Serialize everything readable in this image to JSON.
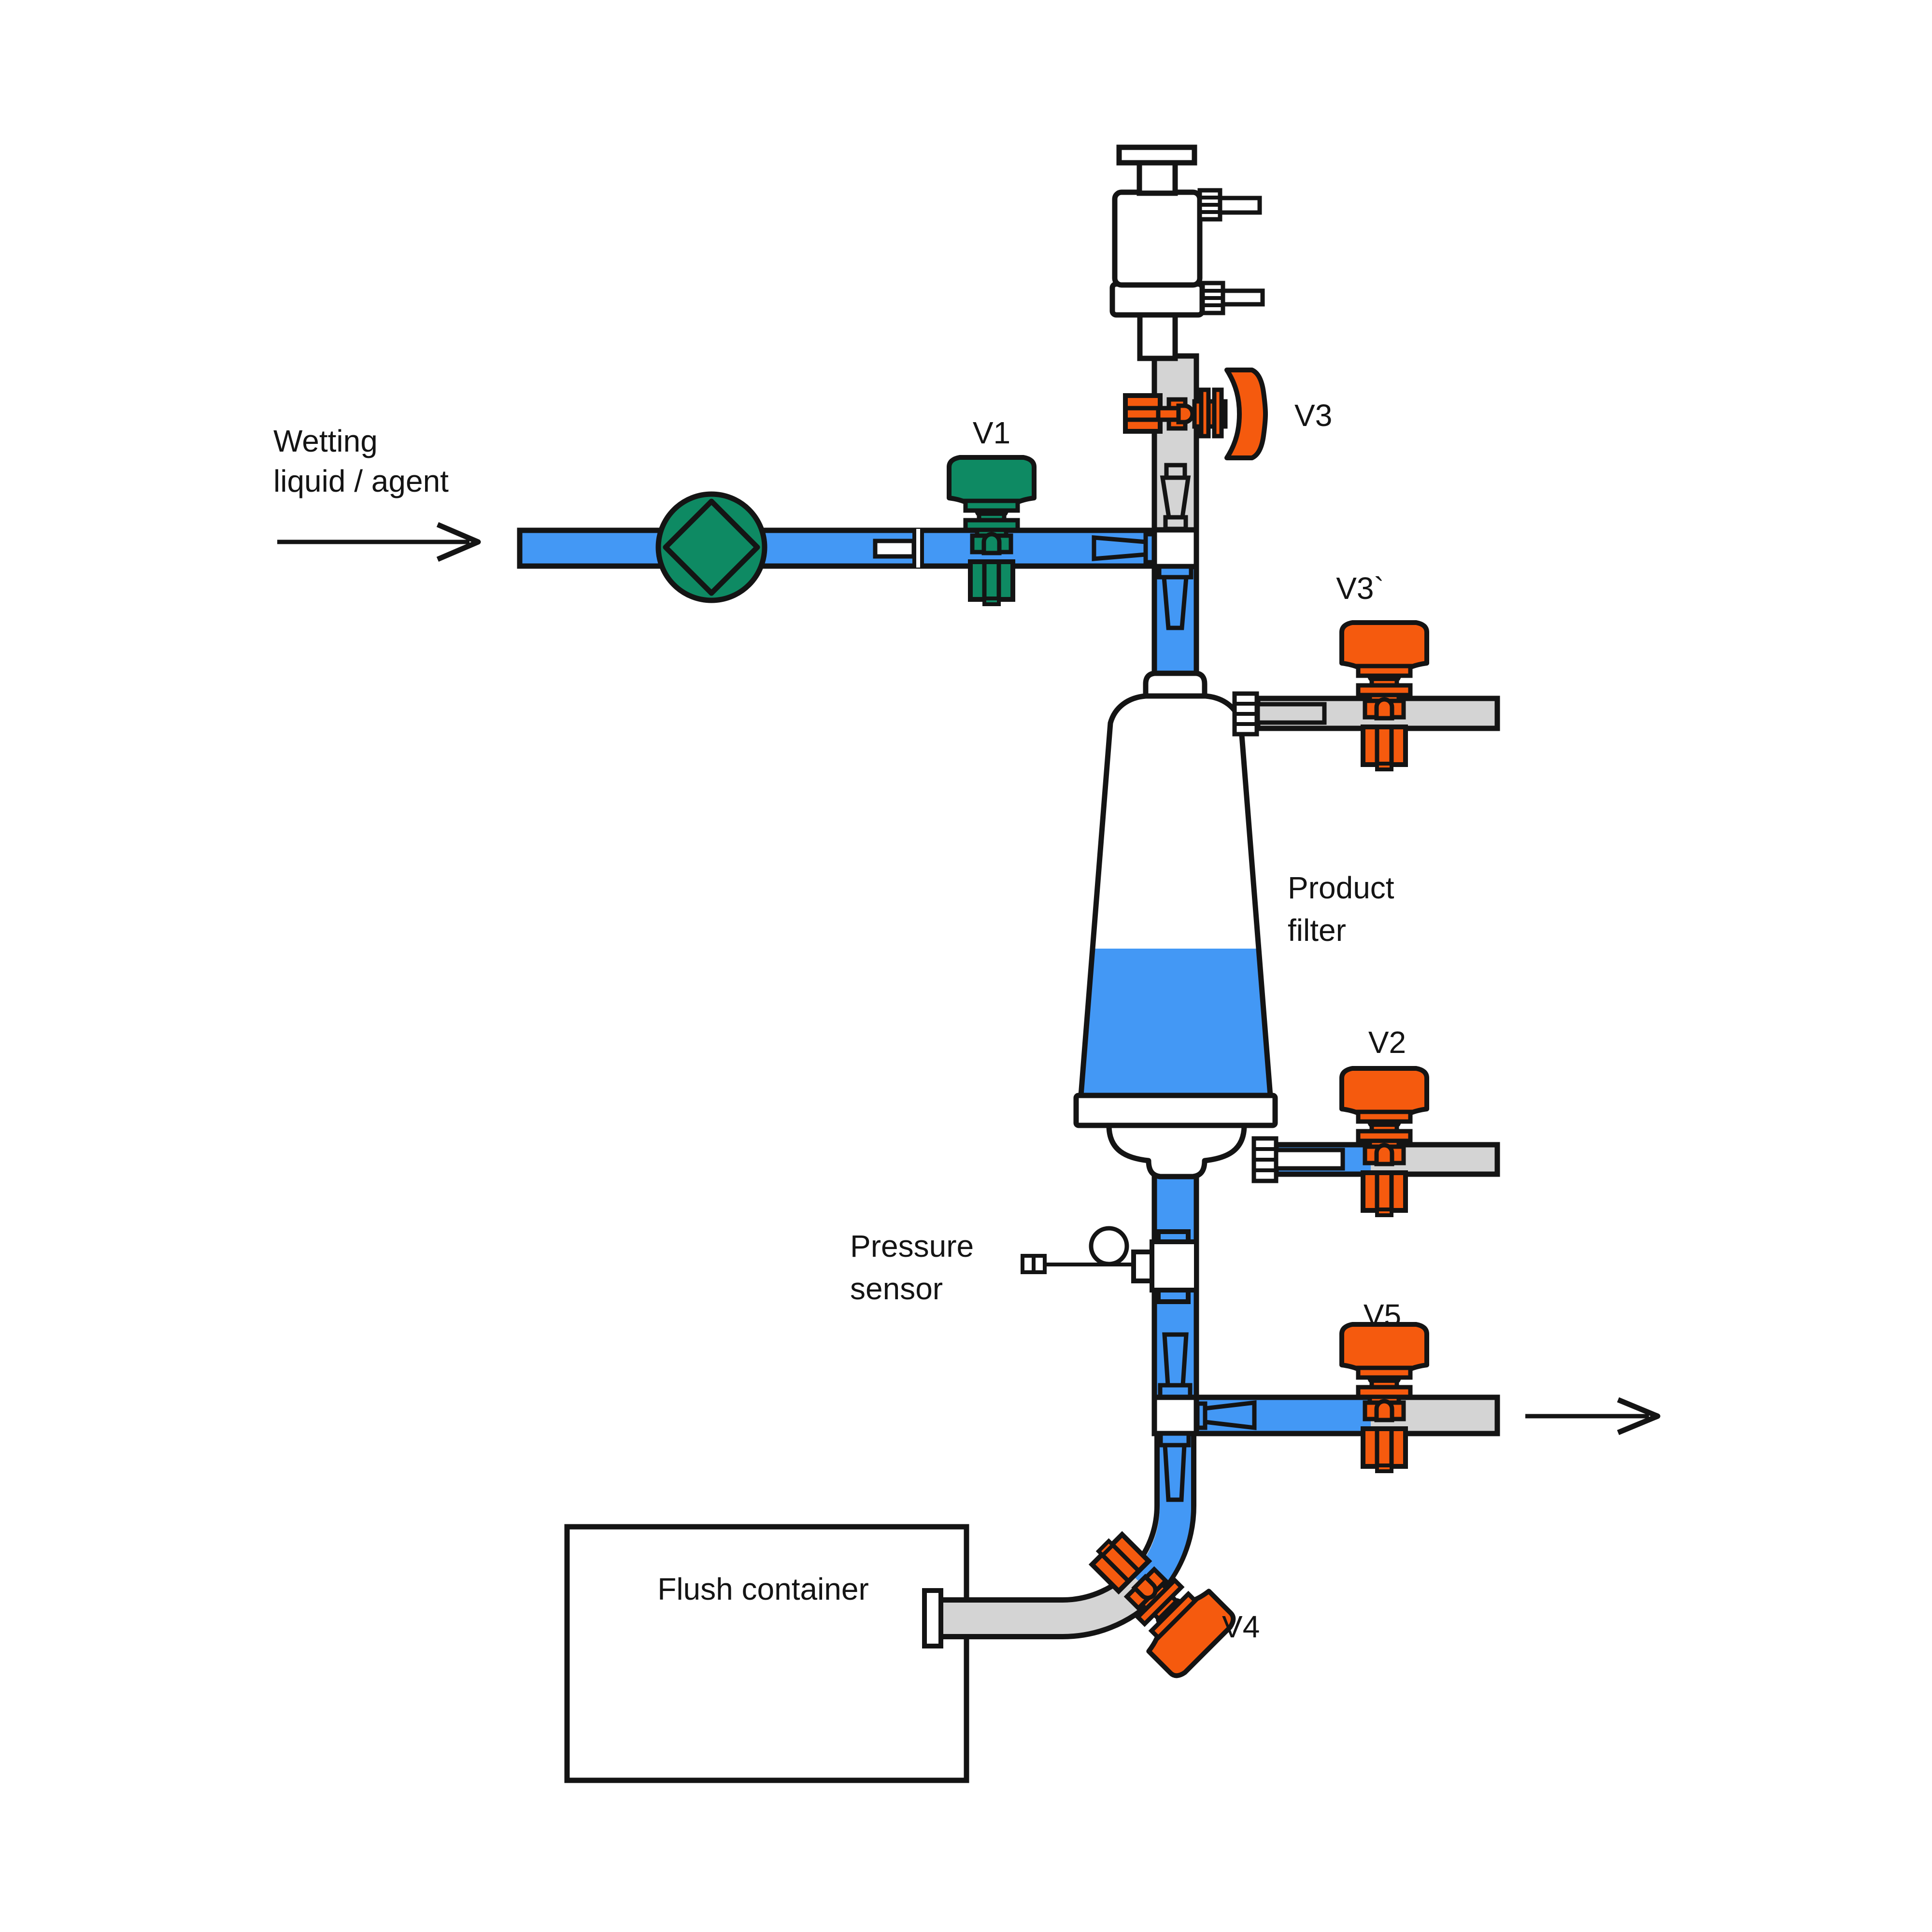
{
  "labels": {
    "inlet_line1": "Wetting",
    "inlet_line2": "liquid / agent",
    "v1": "V1",
    "v3": "V3",
    "v3_prime": "V3`",
    "product_filter_line1": "Product",
    "product_filter_line2": "filter",
    "v2": "V2",
    "pressure_sensor_line1": "Pressure",
    "pressure_sensor_line2": "sensor",
    "v5": "V5",
    "v4": "V4",
    "flush_container": "Flush container"
  },
  "colors": {
    "pipe_blue": "#4398F5",
    "pipe_gray": "#D4D4D4",
    "valve_orange": "#F55A0E",
    "valve_green": "#0E8A63",
    "outline": "#141414",
    "background": "#FFFFFF"
  }
}
